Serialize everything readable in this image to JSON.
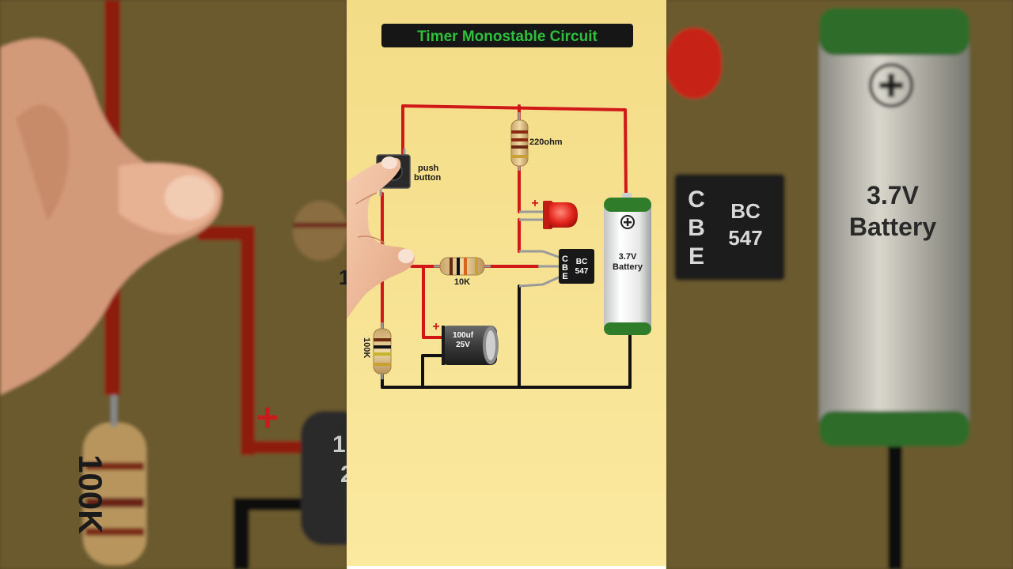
{
  "title": "Timer Monostable Circuit",
  "colors": {
    "panel_bg_top": "#f3dc86",
    "panel_bg_bottom": "#fbe9a0",
    "side_bg": "#6e5a2e",
    "wire_red": "#d01818",
    "wire_black": "#111111",
    "title_bg": "#161616",
    "title_text": "#2fbf3c",
    "battery_green": "#2f7d2a"
  },
  "components": {
    "resistor_220": "220ohm",
    "push_button_line1": "push",
    "push_button_line2": "button",
    "resistor_10k": "10K",
    "resistor_100k": "100K",
    "capacitor_line1": "100uf",
    "capacitor_line2": "25V",
    "transistor_pins": [
      "C",
      "B",
      "E"
    ],
    "transistor_line1": "BC",
    "transistor_line2": "547",
    "battery_line1": "3.7V",
    "battery_line2": "Battery",
    "polarity_plus": "+"
  },
  "side_zoom": {
    "left_label": "100K",
    "left_partial_1": "1",
    "left_partial_2": "2",
    "left_small_mark": "1",
    "right_pins": [
      "C",
      "B",
      "E"
    ],
    "right_bc_line1": "BC",
    "right_bc_line2": "547",
    "right_battery_line1": "3.7V",
    "right_battery_line2": "Battery"
  }
}
